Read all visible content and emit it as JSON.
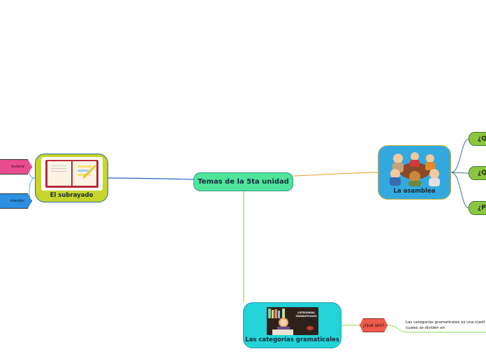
{
  "central": {
    "label": "Temas de la 5ta unidad"
  },
  "subrayado": {
    "label": "El subrayado"
  },
  "asamblea": {
    "label": "La asamblea"
  },
  "categorias": {
    "label": "Las categorías gramaticales",
    "image_text": "CATEGORÍAS GRAMATICALES"
  },
  "asamblea_children": [
    "¿Q",
    "¿Q",
    "¿P"
  ],
  "left_tags": [
    "lectora",
    "mación"
  ],
  "que_son": "¿Qué son?",
  "description": "Las categorías gramaticales es una clasif las cuales se dividen en",
  "colors": {
    "central": "#4ee49b",
    "subrayado": "#c5d52c",
    "asamblea": "#33a9e0",
    "categorias": "#23d3d7",
    "child_green": "#8cc63f",
    "tag_pink": "#e94c8e",
    "tag_blue": "#2f8fe0",
    "que_son": "#ee5a4c"
  }
}
